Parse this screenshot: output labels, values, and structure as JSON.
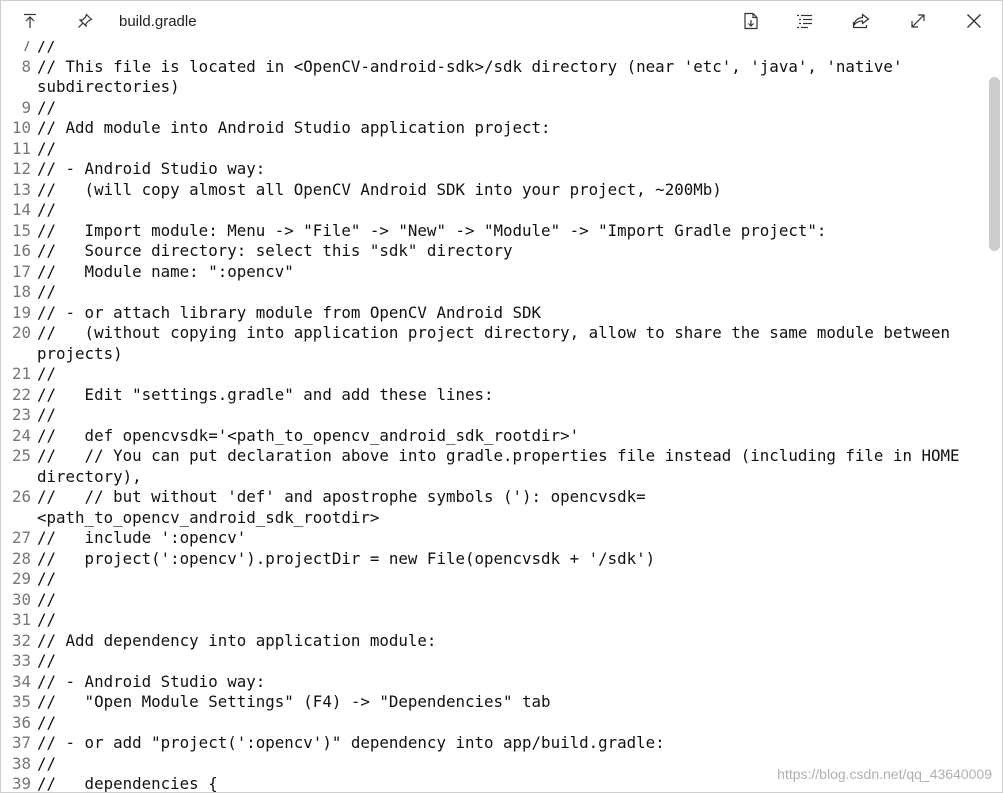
{
  "window": {
    "title": "build.gradle"
  },
  "toolbar": {
    "left_icons": [
      "scroll-to-top-icon",
      "pin-icon"
    ],
    "right_icons": [
      "save-file-icon",
      "outline-list-icon",
      "share-icon",
      "maximize-icon",
      "close-icon"
    ]
  },
  "code": {
    "lines": [
      {
        "n": "7",
        "t": "//"
      },
      {
        "n": "8",
        "t": "// This file is located in <OpenCV-android-sdk>/sdk directory (near 'etc', 'java', 'native' subdirectories)"
      },
      {
        "n": "9",
        "t": "//"
      },
      {
        "n": "10",
        "t": "// Add module into Android Studio application project:"
      },
      {
        "n": "11",
        "t": "//"
      },
      {
        "n": "12",
        "t": "// - Android Studio way:"
      },
      {
        "n": "13",
        "t": "//   (will copy almost all OpenCV Android SDK into your project, ~200Mb)"
      },
      {
        "n": "14",
        "t": "//"
      },
      {
        "n": "15",
        "t": "//   Import module: Menu -> \"File\" -> \"New\" -> \"Module\" -> \"Import Gradle project\":"
      },
      {
        "n": "16",
        "t": "//   Source directory: select this \"sdk\" directory"
      },
      {
        "n": "17",
        "t": "//   Module name: \":opencv\""
      },
      {
        "n": "18",
        "t": "//"
      },
      {
        "n": "19",
        "t": "// - or attach library module from OpenCV Android SDK"
      },
      {
        "n": "20",
        "t": "//   (without copying into application project directory, allow to share the same module between projects)"
      },
      {
        "n": "21",
        "t": "//"
      },
      {
        "n": "22",
        "t": "//   Edit \"settings.gradle\" and add these lines:"
      },
      {
        "n": "23",
        "t": "//"
      },
      {
        "n": "24",
        "t": "//   def opencvsdk='<path_to_opencv_android_sdk_rootdir>'"
      },
      {
        "n": "25",
        "t": "//   // You can put declaration above into gradle.properties file instead (including file in HOME directory),"
      },
      {
        "n": "26",
        "t": "//   // but without 'def' and apostrophe symbols ('): opencvsdk=<path_to_opencv_android_sdk_rootdir>"
      },
      {
        "n": "27",
        "t": "//   include ':opencv'"
      },
      {
        "n": "28",
        "t": "//   project(':opencv').projectDir = new File(opencvsdk + '/sdk')"
      },
      {
        "n": "29",
        "t": "//"
      },
      {
        "n": "30",
        "t": "//"
      },
      {
        "n": "31",
        "t": "//"
      },
      {
        "n": "32",
        "t": "// Add dependency into application module:"
      },
      {
        "n": "33",
        "t": "//"
      },
      {
        "n": "34",
        "t": "// - Android Studio way:"
      },
      {
        "n": "35",
        "t": "//   \"Open Module Settings\" (F4) -> \"Dependencies\" tab"
      },
      {
        "n": "36",
        "t": "//"
      },
      {
        "n": "37",
        "t": "// - or add \"project(':opencv')\" dependency into app/build.gradle:"
      },
      {
        "n": "38",
        "t": "//"
      },
      {
        "n": "39",
        "t": "//   dependencies {"
      }
    ]
  },
  "watermark": "https://blog.csdn.net/qq_43640009"
}
